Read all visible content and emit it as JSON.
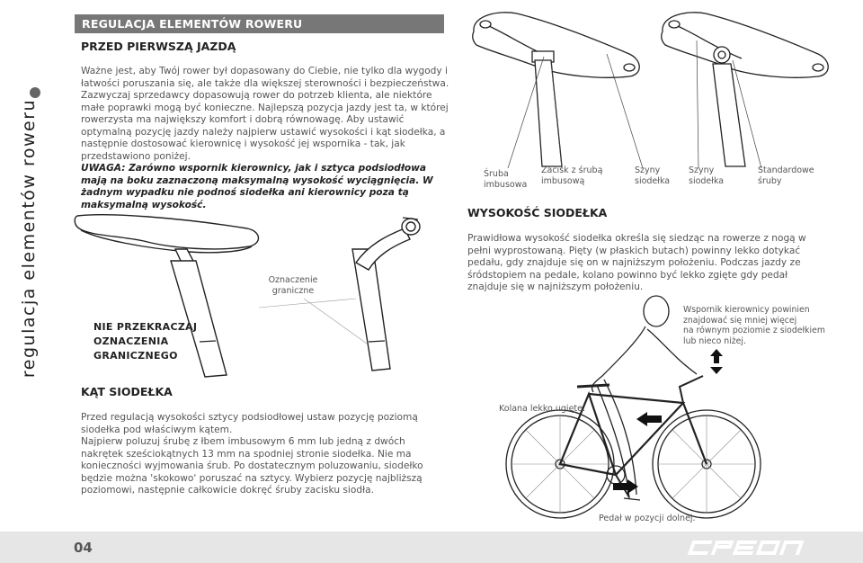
{
  "sidebar": {
    "title": "regulacja elementów roweru"
  },
  "header": {
    "title": "REGULACJA ELEMENTÓW ROWERU",
    "subtitle": "PRZED PIERWSZĄ JAZDĄ"
  },
  "intro": {
    "paragraph": "Ważne jest, aby Twój rower był dopasowany do Ciebie, nie tylko dla wygody i łatwości poruszania się, ale także dla większej sterowności i bezpieczeństwa. Zazwyczaj sprzedawcy dopasowują rower do potrzeb klienta, ale niektóre małe poprawki mogą być konieczne. Najlepszą pozycja jazdy jest ta, w której rowerzysta ma największy komfort i dobrą równowagę. Aby ustawić optymalną pozycję jazdy należy najpierw ustawić wysokości i kąt siodełka, a następnie dostosować kierownicę i wysokość jej wspornika - tak, jak przedstawiono poniżej.",
    "warning": "UWAGA: Zarówno wspornik kierownicy, jak i sztyca podsiodłowa mają na boku zaznaczoną maksymalną wysokość wyciągnięcia. W żadnym wypadku nie podnoś siodełka ani kierownicy poza tą maksymalną wysokość."
  },
  "diagram_left": {
    "no_exceed": [
      "NIE PRZEKRACZAJ",
      "OZNACZENIA",
      "GRANICZNEGO"
    ],
    "marker_label": [
      "Oznaczenie",
      "graniczne"
    ]
  },
  "saddle_diagram": {
    "labels": [
      [
        "Śruba",
        "imbusowa"
      ],
      [
        "Zacisk z śrubą",
        "imbusową"
      ],
      [
        "Szyny",
        "siodełka"
      ],
      [
        "Szyny",
        "siodełka"
      ],
      [
        "Standardowe",
        "śruby"
      ]
    ]
  },
  "angle_section": {
    "title": "KĄT SIODEŁKA",
    "paragraphs": [
      "Przed regulacją wysokości sztycy podsiodłowej ustaw pozycję poziomą siodełka pod właściwym kątem.",
      "Najpierw poluzuj śrubę z łbem imbusowym 6 mm lub jedną z dwóch nakrętek sześciokątnych 13 mm na spodniej stronie siodełka. Nie ma konieczności wyjmowania śrub. Po dostatecznym poluzowaniu, siodełko będzie można 'skokowo' poruszać na sztycy. Wybierz pozycję najbliższą poziomowi, następnie całkowicie dokręć śruby zacisku siodła."
    ]
  },
  "height_section": {
    "title": "WYSOKOŚĆ SIODEŁKA",
    "paragraph": "Prawidłowa wysokość siodełka określa się siedząc na rowerze z nogą w pełni wyprostowaną. Pięty (w płaskich butach) powinny lekko dotykać pedału, gdy znajduje się on w najniższym położeniu. Podczas jazdy ze śródstopiem na pedale, kolano powinno być lekko zgięte gdy pedał znajduje się w najniższym położeniu."
  },
  "rider_diagram": {
    "stem_note": [
      "Wspornik kierownicy powinien",
      "znajdować się mniej więcej",
      "na równym poziomie z siodełkiem",
      "lub nieco niżej."
    ],
    "knee_note": "Kolana lekko ugięte.",
    "pedal_note": "Pedał w pozycji dolnej."
  },
  "footer": {
    "page": "04",
    "brand": "creon"
  }
}
